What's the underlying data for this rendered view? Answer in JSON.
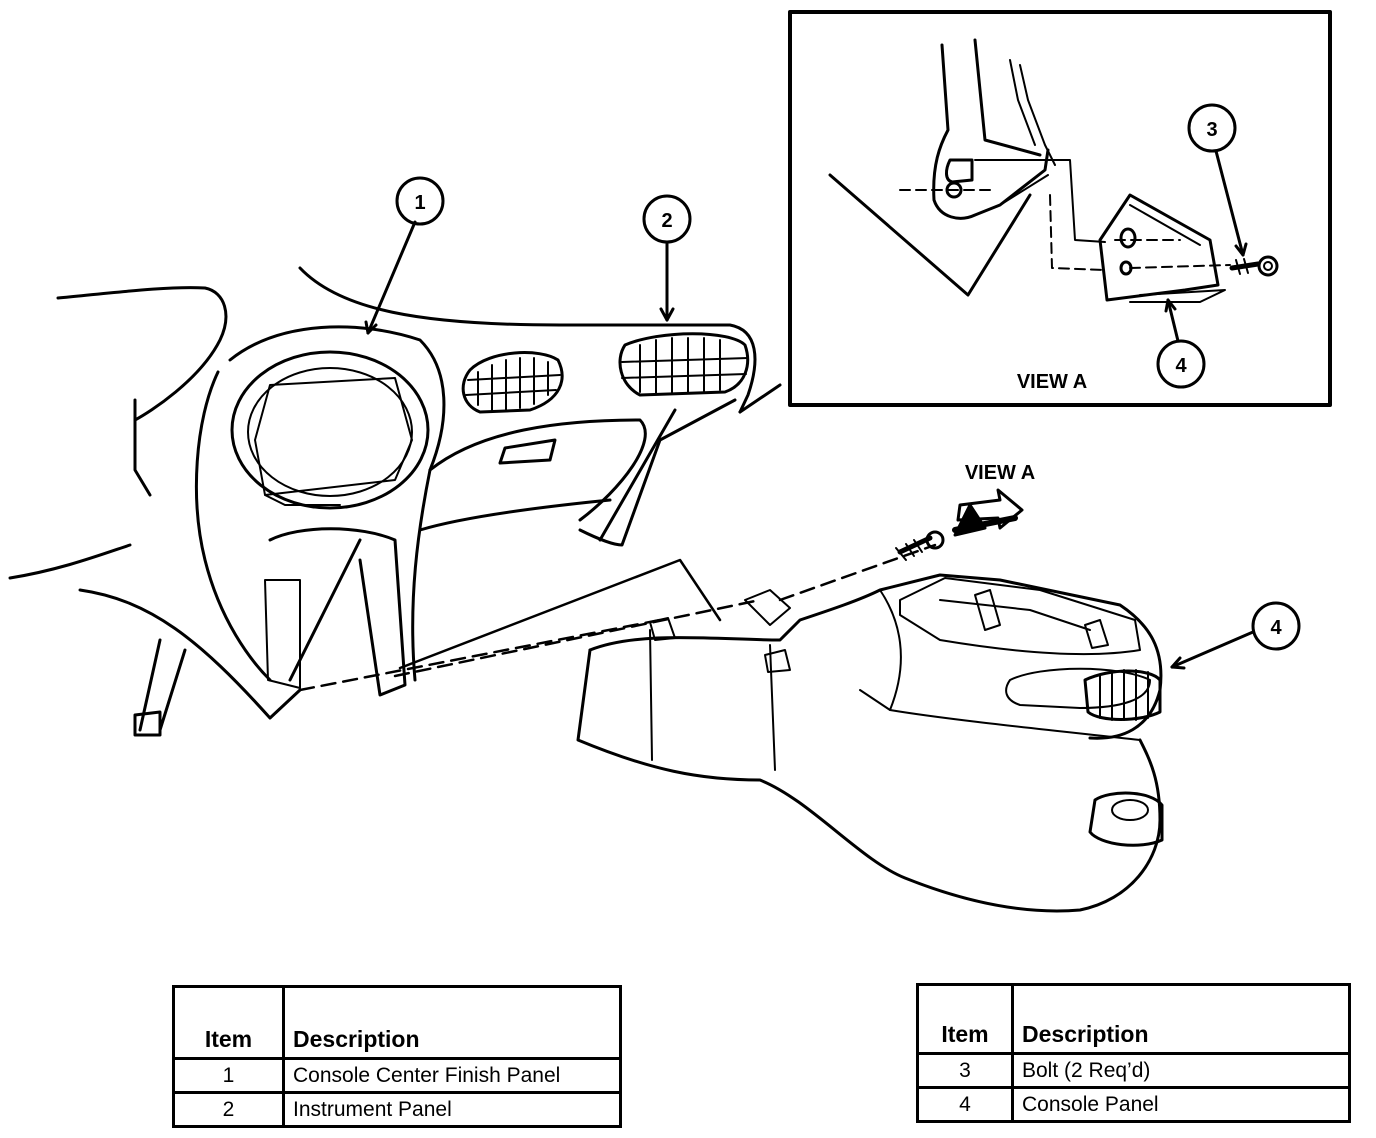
{
  "callouts": {
    "c1": "1",
    "c2": "2",
    "c3": "3",
    "c4_inset": "4",
    "c4_main": "4"
  },
  "inset": {
    "title": "VIEW A"
  },
  "view_arrow_label": "VIEW A",
  "tables": [
    {
      "headers": {
        "item": "Item",
        "description": "Description"
      },
      "rows": [
        {
          "item": "1",
          "description": "Console Center Finish Panel"
        },
        {
          "item": "2",
          "description": "Instrument Panel"
        }
      ]
    },
    {
      "headers": {
        "item": "Item",
        "description": "Description"
      },
      "rows": [
        {
          "item": "3",
          "description": "Bolt (2 Req’d)"
        },
        {
          "item": "4",
          "description": "Console Panel"
        }
      ]
    }
  ]
}
